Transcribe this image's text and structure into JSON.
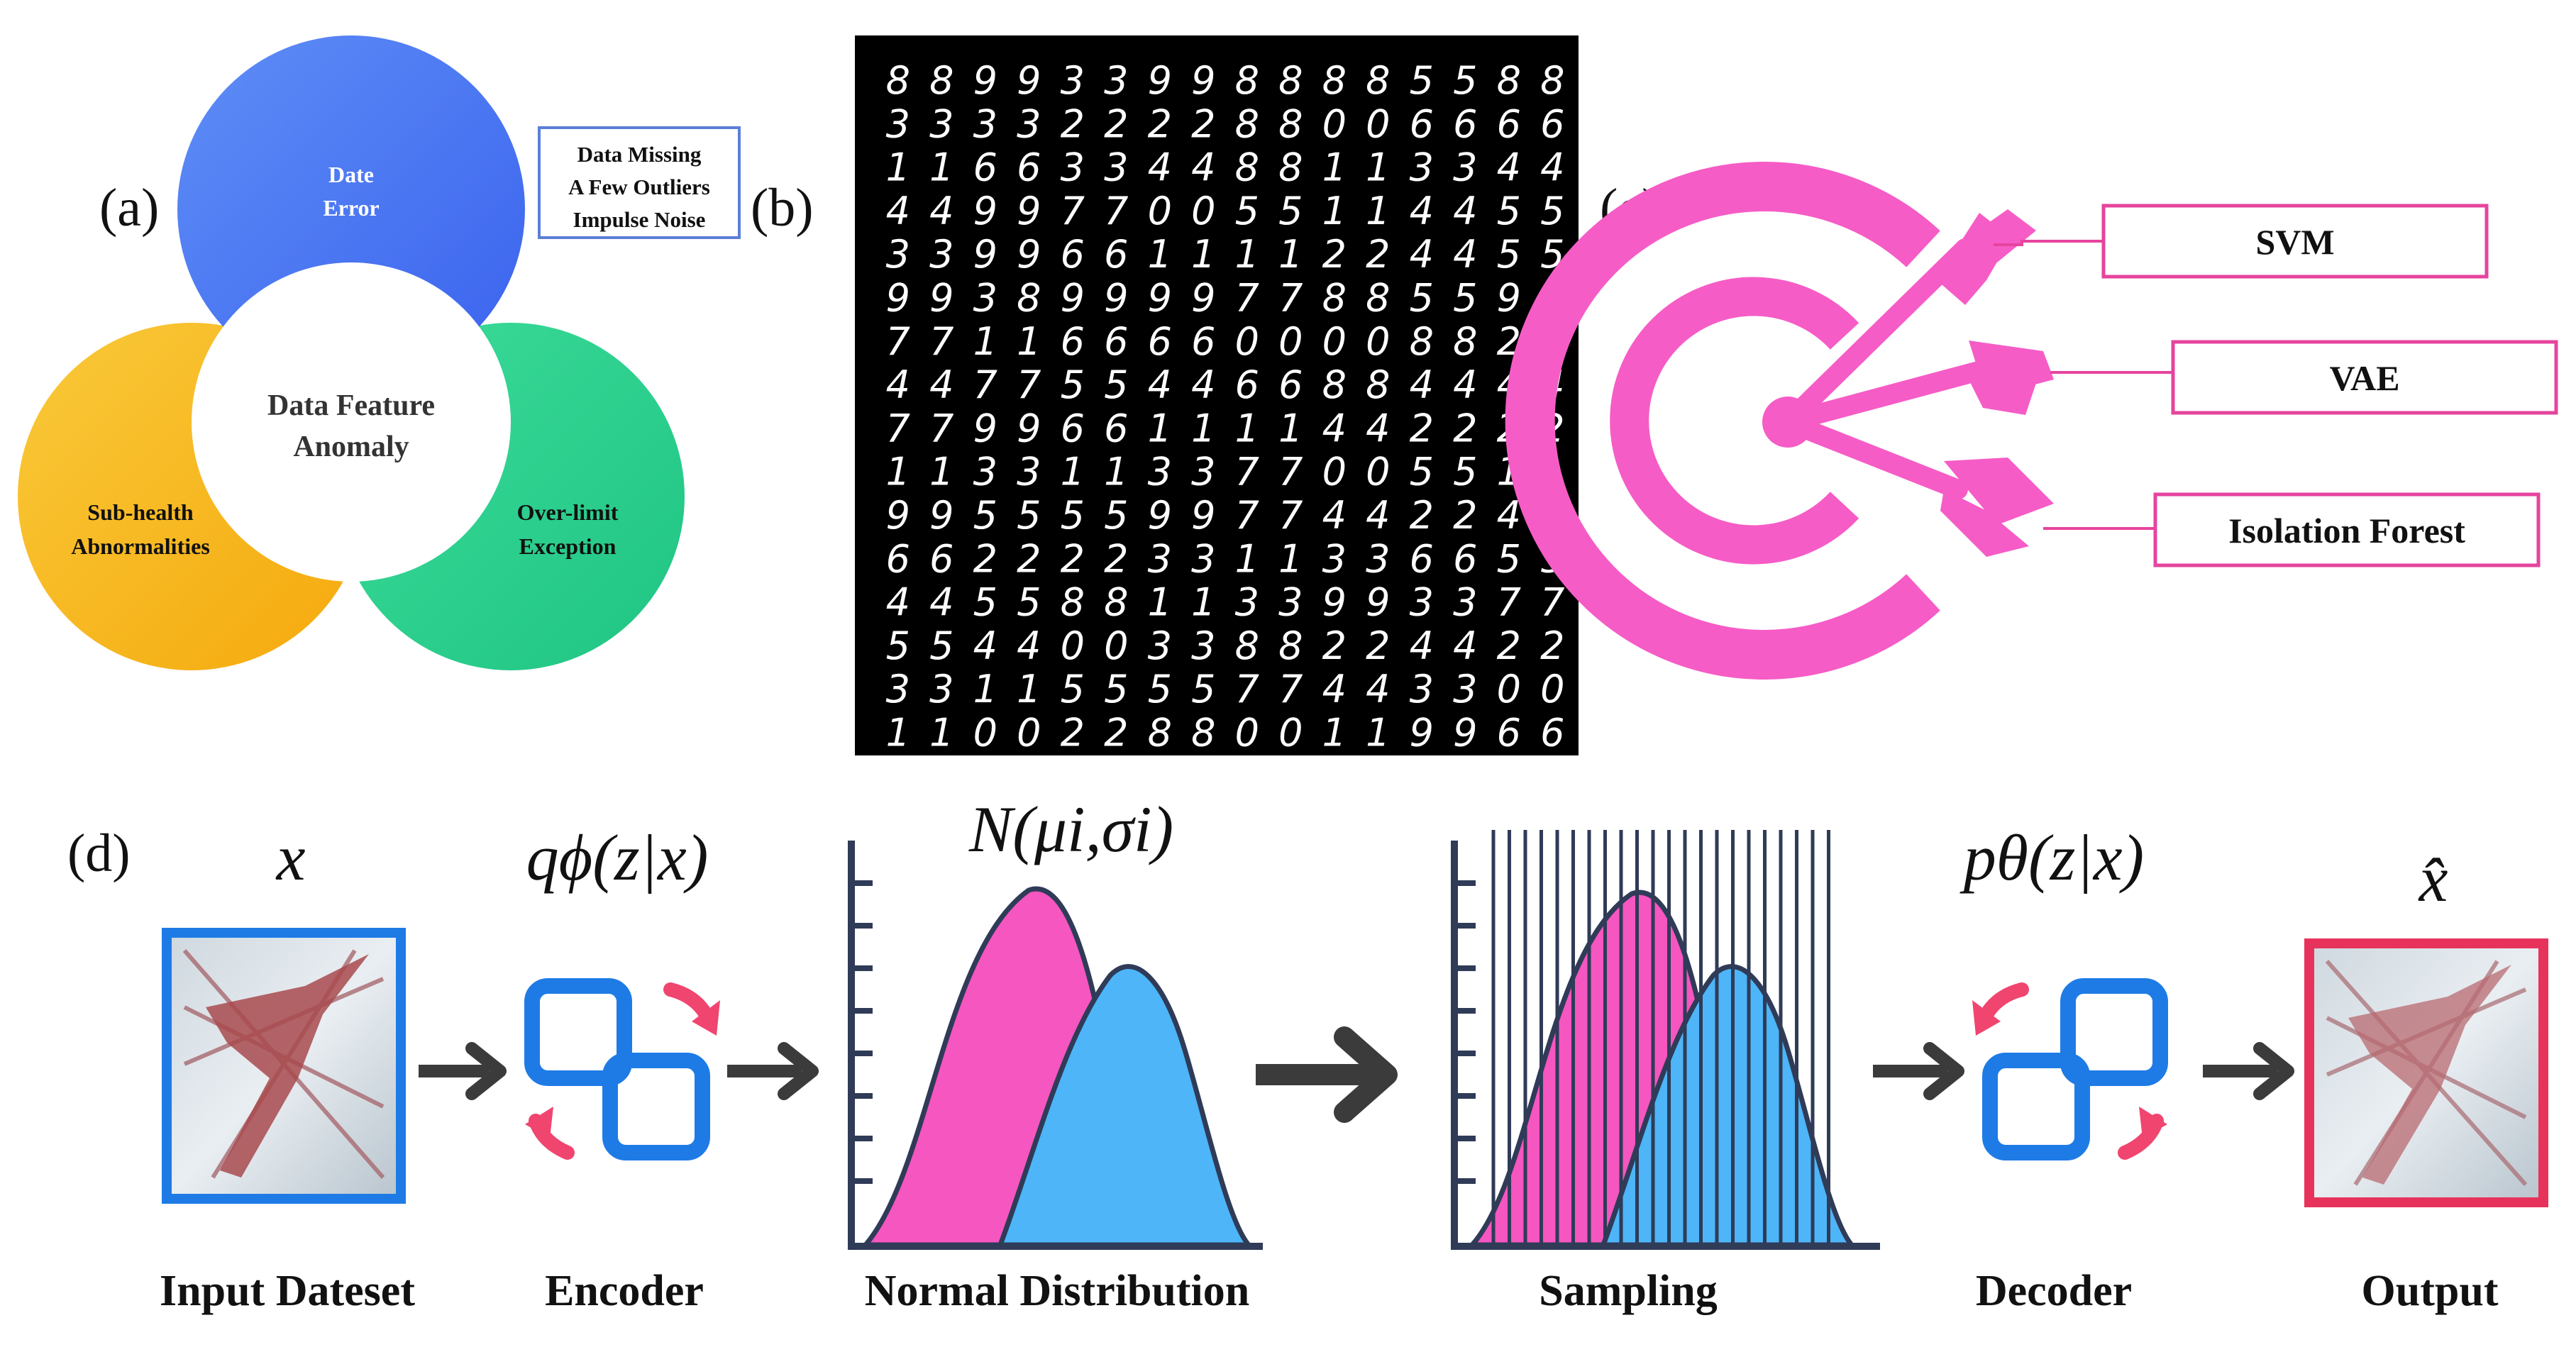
{
  "panel_labels": {
    "a": "(a)",
    "b": "(b)",
    "c": "(c)",
    "d": "(d)"
  },
  "panel_a": {
    "center": [
      "Data Feature",
      "Anomaly"
    ],
    "top_circle": [
      "Date",
      "Error"
    ],
    "left_circle": [
      "Sub-health",
      "Abnormalities"
    ],
    "right_circle": [
      "Over-limit",
      "Exception"
    ],
    "callout": [
      "Data Missing",
      "A Few Outliers",
      "Impulse Noise"
    ],
    "colors": {
      "blue": "#4a78f0",
      "yellow": "#f7b81e",
      "green": "#2ecf8f"
    }
  },
  "panel_b": {
    "digit_rows": [
      "8899339988885588",
      "3333222288006666",
      "1166334488113344",
      "4499770055114455",
      "3399661111224455",
      "9938999977885599",
      "7711666600008822",
      "4477554466884444",
      "7799661111442222",
      "1133113377005511",
      "9955559977442244",
      "6622223311336655",
      "4455881133993377",
      "5544003388224422",
      "3311555577443300",
      "1100228800119966"
    ]
  },
  "panel_c": {
    "methods": [
      "SVM",
      "VAE",
      "Isolation Forest"
    ],
    "colors": {
      "target": "#f65cc6",
      "box_border": "#e6449e"
    }
  },
  "panel_d": {
    "symbols": {
      "x": "x",
      "encoder": "qϕ(z|x)",
      "normal": "N(μi,σi)",
      "decoder": "pθ(z|x)",
      "output": "x̂"
    },
    "labels": {
      "input": "Input Dateset",
      "encoder": "Encoder",
      "normal": "Normal Distribution",
      "sampling": "Sampling",
      "decoder": "Decoder",
      "output": "Output"
    },
    "colors": {
      "pink": "#f556c0",
      "blue": "#4db5f8",
      "frame_blue": "#1e7be6",
      "frame_red": "#e7335c"
    }
  }
}
